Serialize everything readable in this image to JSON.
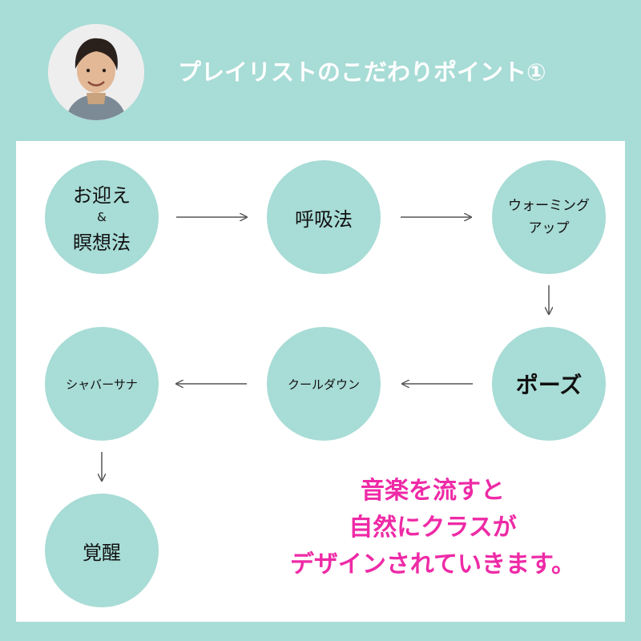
{
  "header": {
    "title": "プレイリストのこだわりポイント①",
    "avatar_alt": "instructor photo"
  },
  "flow": {
    "steps": [
      {
        "lines": [
          "お迎え",
          "&",
          "瞑想法"
        ]
      },
      {
        "lines": [
          "呼吸法"
        ]
      },
      {
        "lines": [
          "ウォーミング",
          "アップ"
        ]
      },
      {
        "lines": [
          "ポーズ"
        ]
      },
      {
        "lines": [
          "クールダウン"
        ]
      },
      {
        "lines": [
          "シャバーサナ"
        ]
      },
      {
        "lines": [
          "覚醒"
        ]
      }
    ]
  },
  "message": {
    "lines": [
      "音楽を流すと",
      "自然にクラスが",
      "デザインされていきます。"
    ]
  },
  "colors": {
    "background": "#a8dcd6",
    "panel": "#ffffff",
    "node": "#a8dcd6",
    "message": "#ee2aa6",
    "arrow": "#555555"
  }
}
